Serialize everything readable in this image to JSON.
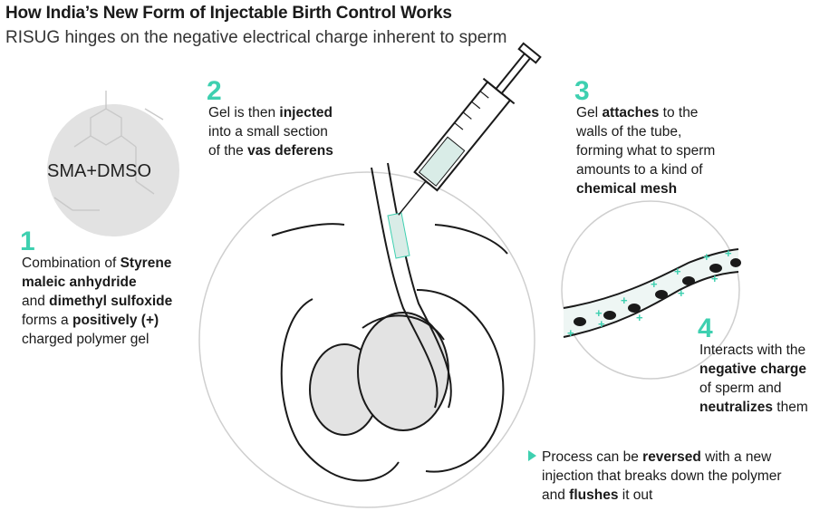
{
  "title": "How India’s New Form of Injectable Birth Control Works",
  "subtitle": "RISUG hinges on the negative electrical charge inherent to sperm",
  "molecule_label": "SMA+DMSO",
  "steps": [
    {
      "number": "1",
      "parts": [
        [
          "Combination of ",
          ""
        ],
        [
          "Styrene",
          "b"
        ],
        [
          "\n",
          ""
        ],
        [
          "maleic anhydride",
          "b"
        ],
        [
          "\n",
          ""
        ],
        [
          "and ",
          ""
        ],
        [
          "dimethyl sulfoxide",
          "b"
        ],
        [
          "\n",
          ""
        ],
        [
          "forms a ",
          ""
        ],
        [
          "positively (+)",
          "b"
        ],
        [
          "\n",
          ""
        ],
        [
          "charged polymer gel",
          ""
        ]
      ]
    },
    {
      "number": "2",
      "parts": [
        [
          "Gel is then ",
          ""
        ],
        [
          "injected",
          "b"
        ],
        [
          "\n",
          ""
        ],
        [
          "into a small section",
          ""
        ],
        [
          "\n",
          ""
        ],
        [
          "of the ",
          ""
        ],
        [
          "vas deferens",
          "b"
        ]
      ]
    },
    {
      "number": "3",
      "parts": [
        [
          "Gel ",
          ""
        ],
        [
          "attaches",
          "b"
        ],
        [
          " to the",
          ""
        ],
        [
          "\n",
          ""
        ],
        [
          "walls of the tube,",
          ""
        ],
        [
          "\n",
          ""
        ],
        [
          "forming what to sperm",
          ""
        ],
        [
          "\n",
          ""
        ],
        [
          "amounts to a kind of",
          ""
        ],
        [
          "\n",
          ""
        ],
        [
          "chemical mesh",
          "b"
        ]
      ]
    },
    {
      "number": "4",
      "parts": [
        [
          "Interacts with the",
          ""
        ],
        [
          "\n",
          ""
        ],
        [
          "negative charge",
          "b"
        ],
        [
          "\n",
          ""
        ],
        [
          "of sperm and",
          ""
        ],
        [
          "\n",
          ""
        ],
        [
          "neutralizes",
          "b"
        ],
        [
          " them",
          ""
        ]
      ]
    }
  ],
  "note": {
    "parts": [
      [
        "Process can be ",
        ""
      ],
      [
        "reversed",
        "b"
      ],
      [
        " with a new",
        ""
      ],
      [
        "\n",
        ""
      ],
      [
        "injection that breaks down the polymer",
        ""
      ],
      [
        "\n",
        ""
      ],
      [
        "and ",
        ""
      ],
      [
        "flushes",
        "b"
      ],
      [
        " it out",
        ""
      ]
    ]
  },
  "colors": {
    "accent": "#3ed0b0",
    "gel": "#d9ece7",
    "line": "#1a1a1a",
    "gray_fill": "#e3e3e3"
  }
}
